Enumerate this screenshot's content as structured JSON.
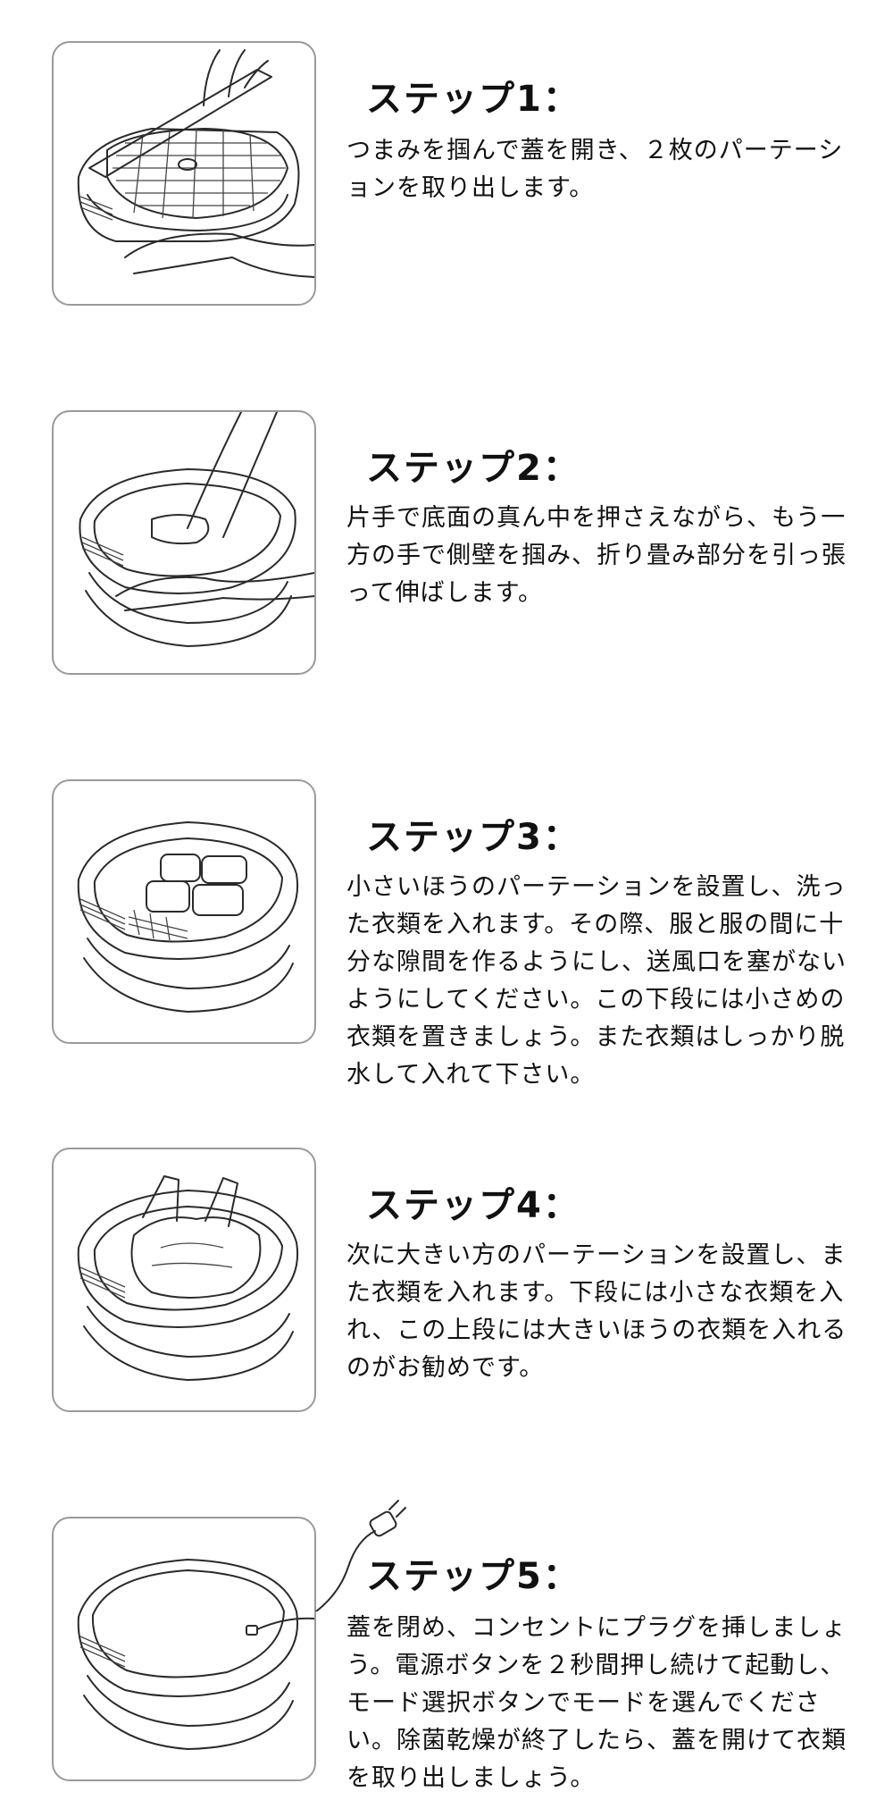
{
  "steps": [
    {
      "title": "ステップ1：",
      "text": "つまみを掴んで蓋を開き、２枚のパーテーションを取り出します。",
      "illustration_icon": "lid-open-tray-icon"
    },
    {
      "title": "ステップ2：",
      "text": "片手で底面の真ん中を押さえながら、もう一方の手で側壁を掴み、折り畳み部分を引っ張って伸ばします。",
      "illustration_icon": "expand-basin-icon"
    },
    {
      "title": "ステップ3：",
      "text": "小さいほうのパーテーションを設置し、洗った衣類を入れます。その際、服と服の間に十分な隙間を作るようにし、送風口を塞がないようにしてください。この下段には小さめの衣類を置きましょう。また衣類はしっかり脱水して入れて下さい。",
      "illustration_icon": "small-partition-clothes-icon"
    },
    {
      "title": "ステップ4：",
      "text": "次に大きい方のパーテーションを設置し、また衣類を入れます。下段には小さな衣類を入れ、この上段には大きいほうの衣類を入れるのがお勧めです。",
      "illustration_icon": "large-partition-clothes-icon"
    },
    {
      "title": "ステップ5：",
      "text": "蓋を閉め、コンセントにプラグを挿しましょう。電源ボタンを２秒間押し続けて起動し、モード選択ボタンでモードを選んでください。除菌乾燥が終了したら、蓋を開けて衣類を取り出しましょう。",
      "illustration_icon": "closed-lid-plug-icon"
    }
  ]
}
